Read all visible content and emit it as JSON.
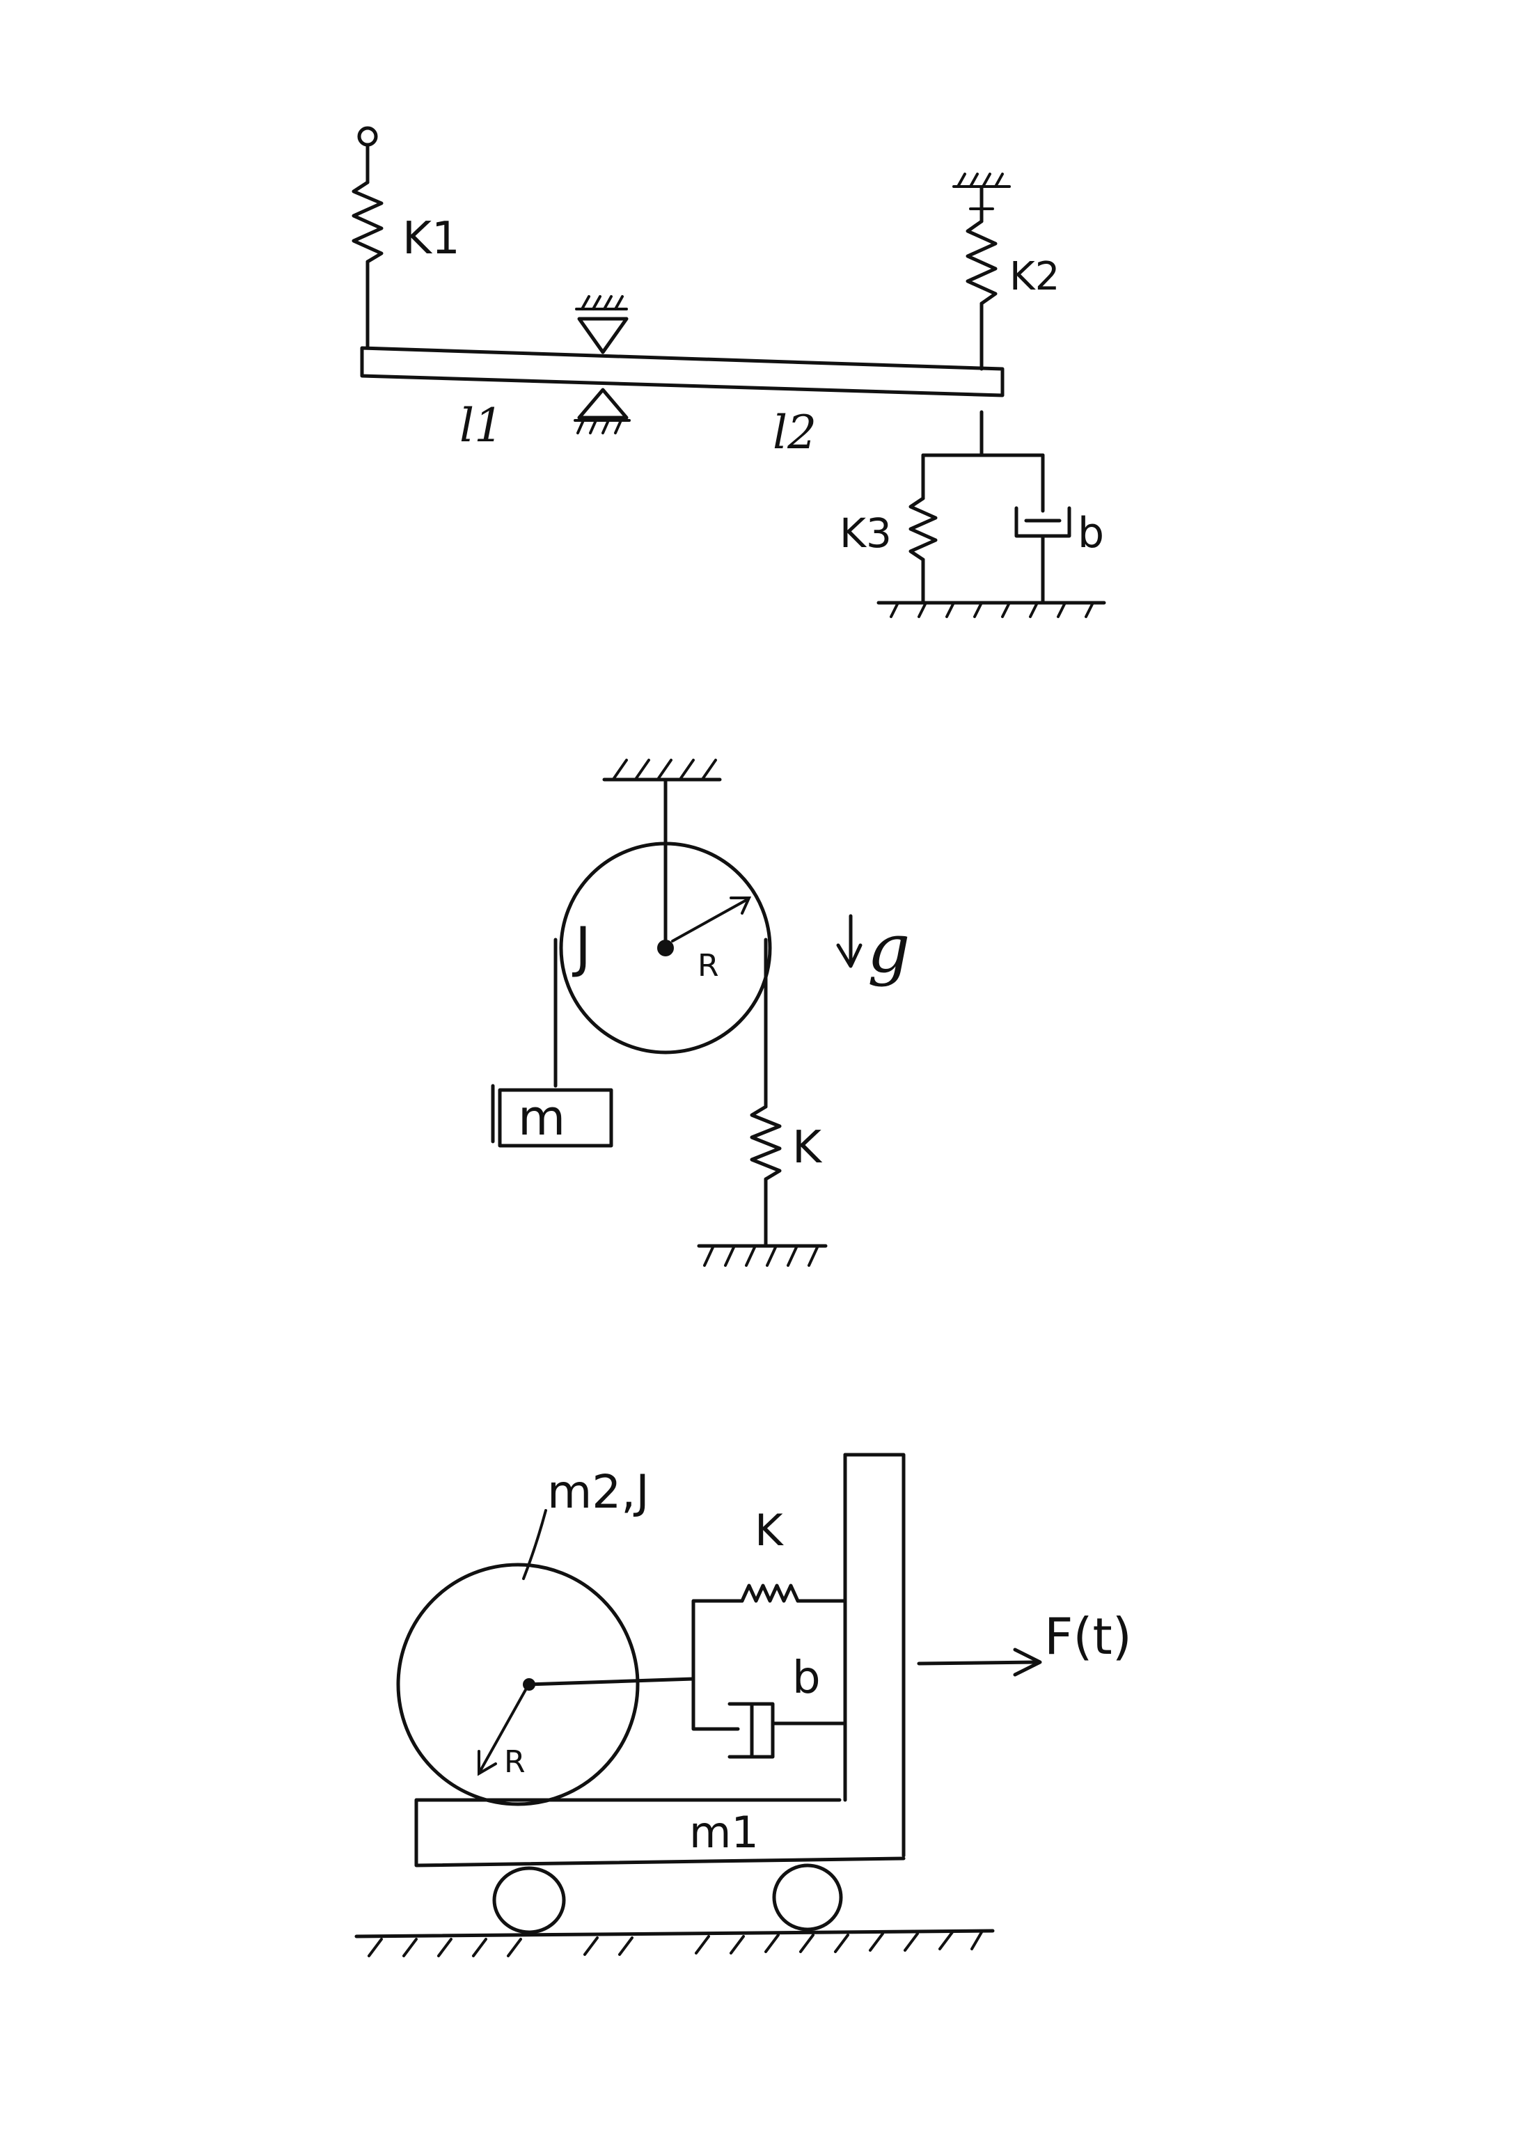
{
  "colors": {
    "ink": "#111111",
    "paper": "#ffffff"
  },
  "diagram1": {
    "k1": "K1",
    "k2": "K2",
    "k3": "K3",
    "b": "b",
    "l1": "l1",
    "l2": "l2"
  },
  "diagram2": {
    "J": "J",
    "R": "R",
    "g": "g",
    "m": "m",
    "K": "K"
  },
  "diagram3": {
    "m2J": "m2,J",
    "K": "K",
    "b": "b",
    "R": "R",
    "m1": "m1",
    "F": "F(t)"
  }
}
